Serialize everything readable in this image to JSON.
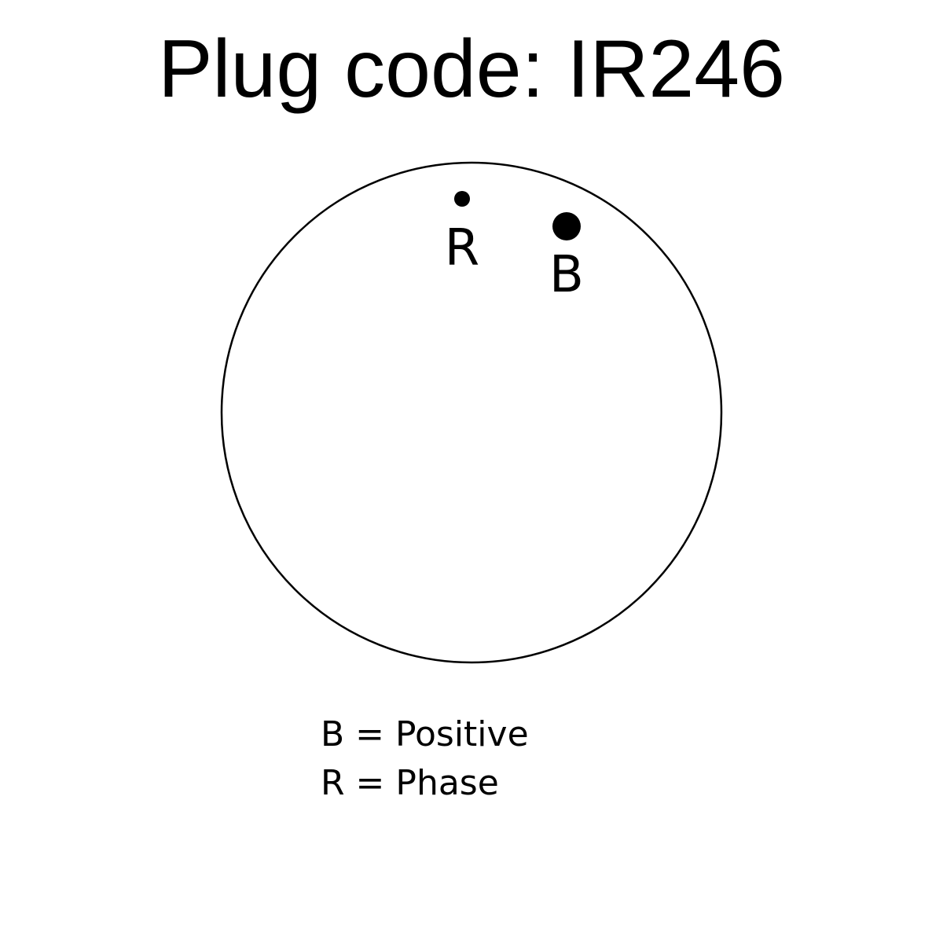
{
  "title": "Plug code: IR246",
  "plug": {
    "pins": [
      {
        "label": "R",
        "size": "small"
      },
      {
        "label": "B",
        "size": "large"
      }
    ]
  },
  "legend": [
    {
      "text": "B = Positive"
    },
    {
      "text": "R = Phase"
    }
  ],
  "colors": {
    "ink": "#000000",
    "background": "#ffffff"
  }
}
